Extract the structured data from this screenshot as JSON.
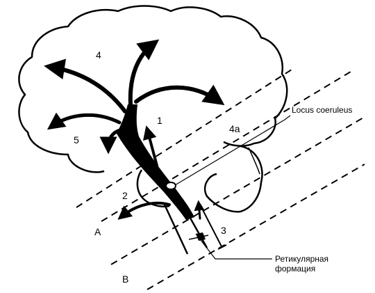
{
  "diagram": {
    "labels": {
      "n1": "1",
      "n2": "2",
      "n3": "3",
      "n4": "4",
      "n4a": "4a",
      "n5": "5",
      "A": "A",
      "B": "B",
      "locus": "Locus coeruleus",
      "reticular_line1": "Ретикулярная",
      "reticular_line2": "формация"
    },
    "colors": {
      "ink": "#000000",
      "paper": "#ffffff"
    }
  }
}
